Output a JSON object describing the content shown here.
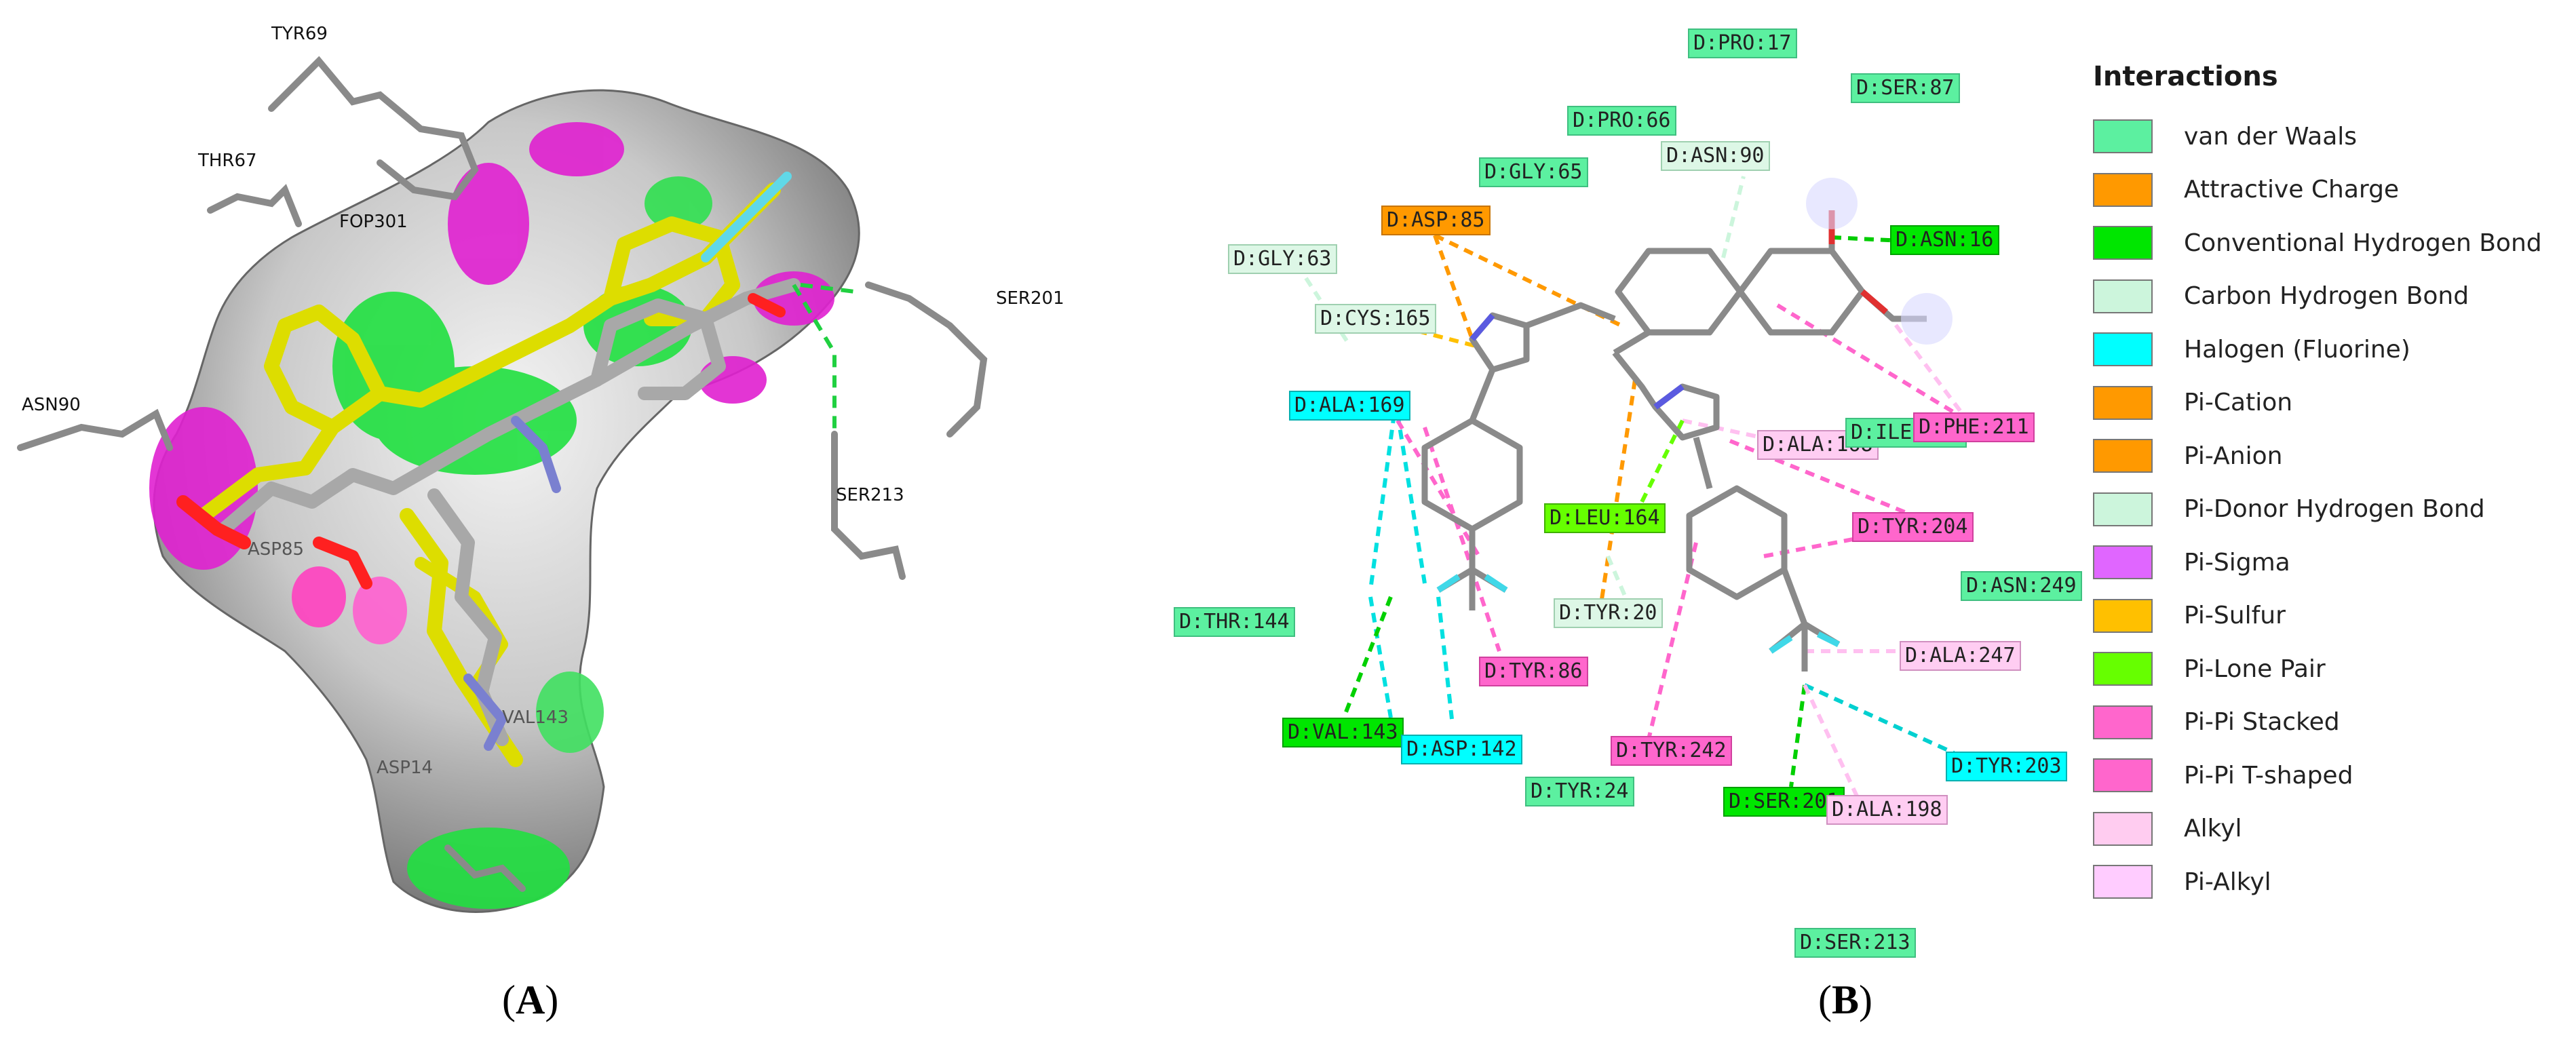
{
  "panel_labels": {
    "a": "A",
    "b": "B"
  },
  "panel_a": {
    "residue_labels": [
      {
        "id": "tyr69",
        "text": "TYR69"
      },
      {
        "id": "thr67",
        "text": "THR67"
      },
      {
        "id": "fop301",
        "text": "FOP301"
      },
      {
        "id": "ser201",
        "text": "SER201"
      },
      {
        "id": "asn90",
        "text": "ASN90"
      },
      {
        "id": "ser213",
        "text": "SER213"
      },
      {
        "id": "asp85",
        "text": "ASP85"
      },
      {
        "id": "val143",
        "text": "VAL143"
      },
      {
        "id": "asp142",
        "text": "ASP14"
      }
    ]
  },
  "panel_b": {
    "residues": [
      {
        "id": "pro17",
        "text": "D:PRO:17",
        "type": "vdw"
      },
      {
        "id": "ser87",
        "text": "D:SER:87",
        "type": "vdw"
      },
      {
        "id": "pro66",
        "text": "D:PRO:66",
        "type": "vdw"
      },
      {
        "id": "asn90",
        "text": "D:ASN:90",
        "type": "carbon_hbond"
      },
      {
        "id": "gly65",
        "text": "D:GLY:65",
        "type": "vdw"
      },
      {
        "id": "asp85",
        "text": "D:ASP:85",
        "type": "attractive"
      },
      {
        "id": "asn16",
        "text": "D:ASN:16",
        "type": "conv_hbond"
      },
      {
        "id": "gly63",
        "text": "D:GLY:63",
        "type": "carbon_hbond"
      },
      {
        "id": "cys165",
        "text": "D:CYS:165",
        "type": "carbon_hbond"
      },
      {
        "id": "ala169",
        "text": "D:ALA:169",
        "type": "halogen"
      },
      {
        "id": "ala168",
        "text": "D:ALA:168",
        "type": "alkyl"
      },
      {
        "id": "ile200",
        "text": "D:ILE:200",
        "type": "vdw"
      },
      {
        "id": "phe211",
        "text": "D:PHE:211",
        "type": "pipi"
      },
      {
        "id": "leu164",
        "text": "D:LEU:164",
        "type": "pilone"
      },
      {
        "id": "tyr204",
        "text": "D:TYR:204",
        "type": "pipi"
      },
      {
        "id": "tyr20",
        "text": "D:TYR:20",
        "type": "carbon_hbond"
      },
      {
        "id": "asn249",
        "text": "D:ASN:249",
        "type": "vdw"
      },
      {
        "id": "thr144",
        "text": "D:THR:144",
        "type": "vdw"
      },
      {
        "id": "tyr86",
        "text": "D:TYR:86",
        "type": "pipi"
      },
      {
        "id": "ala247",
        "text": "D:ALA:247",
        "type": "alkyl"
      },
      {
        "id": "val143",
        "text": "D:VAL:143",
        "type": "conv_hbond"
      },
      {
        "id": "asp142",
        "text": "D:ASP:142",
        "type": "halogen"
      },
      {
        "id": "tyr242",
        "text": "D:TYR:242",
        "type": "pipi"
      },
      {
        "id": "tyr203",
        "text": "D:TYR:203",
        "type": "halogen"
      },
      {
        "id": "tyr24",
        "text": "D:TYR:24",
        "type": "vdw"
      },
      {
        "id": "ser201",
        "text": "D:SER:201",
        "type": "conv_hbond"
      },
      {
        "id": "ala198",
        "text": "D:ALA:198",
        "type": "alkyl"
      },
      {
        "id": "ser213",
        "text": "D:SER:213",
        "type": "vdw"
      }
    ]
  },
  "legend": {
    "title": "Interactions",
    "items": [
      {
        "label": "van der Waals",
        "color": "#5cf0a0"
      },
      {
        "label": "Attractive Charge",
        "color": "#ff9900"
      },
      {
        "label": "Conventional Hydrogen Bond",
        "color": "#00e600"
      },
      {
        "label": "Carbon Hydrogen Bond",
        "color": "#ccf5dc"
      },
      {
        "label": "Halogen (Fluorine)",
        "color": "#00ffff"
      },
      {
        "label": "Pi-Cation",
        "color": "#ff9900"
      },
      {
        "label": "Pi-Anion",
        "color": "#ff9900"
      },
      {
        "label": "Pi-Donor Hydrogen Bond",
        "color": "#ccf5dc"
      },
      {
        "label": "Pi-Sigma",
        "color": "#e066ff"
      },
      {
        "label": "Pi-Sulfur",
        "color": "#ffc000"
      },
      {
        "label": "Pi-Lone Pair",
        "color": "#66ff00"
      },
      {
        "label": "Pi-Pi Stacked",
        "color": "#ff66cc"
      },
      {
        "label": "Pi-Pi T-shaped",
        "color": "#ff66cc"
      },
      {
        "label": "Alkyl",
        "color": "#ffccf0"
      },
      {
        "label": "Pi-Alkyl",
        "color": "#ffccff"
      }
    ]
  }
}
